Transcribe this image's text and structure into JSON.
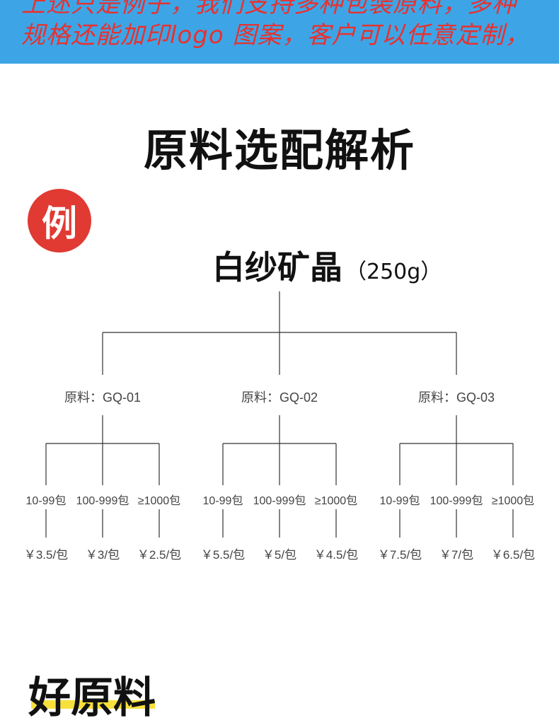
{
  "banner": {
    "line1": "上述只是例子，我们支持多种包装原料，多种",
    "line2": "规格还能加印logo 图案，客户可以任意定制，",
    "bg_color": "#3da5e6",
    "text_color": "#e8312f"
  },
  "section_title": "原料选配解析",
  "badge": {
    "text": "例",
    "color": "#e03a33"
  },
  "product": {
    "name": "白纱矿晶",
    "weight": "（250g）"
  },
  "materials": [
    {
      "label": "原料：GQ-01",
      "tiers": [
        {
          "qty": "10-99包",
          "price": "￥3.5/包"
        },
        {
          "qty": "100-999包",
          "price": "￥3/包"
        },
        {
          "qty": "≥1000包",
          "price": "￥2.5/包"
        }
      ]
    },
    {
      "label": "原料：GQ-02",
      "tiers": [
        {
          "qty": "10-99包",
          "price": "￥5.5/包"
        },
        {
          "qty": "100-999包",
          "price": "￥5/包"
        },
        {
          "qty": "≥1000包",
          "price": "￥4.5/包"
        }
      ]
    },
    {
      "label": "原料：GQ-03",
      "tiers": [
        {
          "qty": "10-99包",
          "price": "￥7.5/包"
        },
        {
          "qty": "100-999包",
          "price": "￥7/包"
        },
        {
          "qty": "≥1000包",
          "price": "￥6.5/包"
        }
      ]
    }
  ],
  "footer": {
    "title": "好原料",
    "underline_color": "#f7e03c"
  }
}
